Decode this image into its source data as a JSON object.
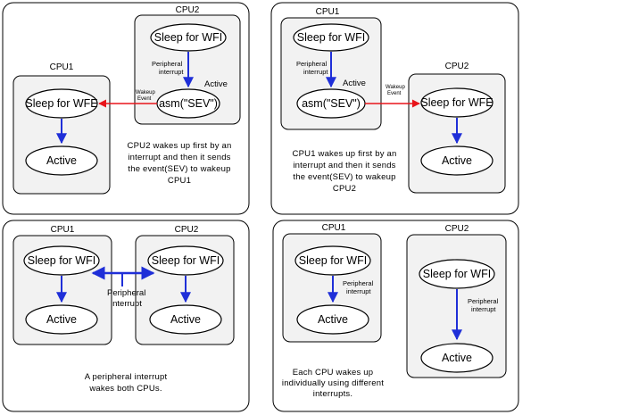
{
  "panels": [
    {
      "cpu_left": "CPU1",
      "cpu_right": "CPU2",
      "cpu1_sleep": "Sleep for WFE",
      "cpu1_active": "Active",
      "cpu2_sleep": "Sleep for WFI",
      "cpu2_int_line1": "Peripheral",
      "cpu2_int_line2": "interrupt",
      "cpu2_active_label": "Active",
      "cpu2_sev": "asm(\"SEV\")",
      "event_line1": "Wakeup",
      "event_line2": "Event",
      "caption": [
        "CPU2 wakes up first by an",
        "interrupt and then it sends",
        "the event(SEV) to wakeup",
        "CPU1"
      ]
    },
    {
      "cpu_left": "CPU1",
      "cpu_right": "CPU2",
      "cpu1_sleep": "Sleep for WFI",
      "cpu1_int_line1": "Peripheral",
      "cpu1_int_line2": "interrupt",
      "cpu1_active_label": "Active",
      "cpu1_sev": "asm(\"SEV\")",
      "event_line1": "Wakeup",
      "event_line2": "Event",
      "cpu2_sleep": "Sleep for WFE",
      "cpu2_active": "Active",
      "caption": [
        "CPU1 wakes up first by an",
        "interrupt and then it sends",
        "the event(SEV) to wakeup",
        "CPU2"
      ]
    },
    {
      "cpu_left": "CPU1",
      "cpu_right": "CPU2",
      "cpu1_sleep": "Sleep for WFI",
      "cpu1_active": "Active",
      "cpu2_sleep": "Sleep for WFI",
      "cpu2_active": "Active",
      "int_line1": "Peripheral",
      "int_line2": "interrupt",
      "caption": [
        "A peripheral interrupt",
        "wakes both CPUs."
      ]
    },
    {
      "cpu_left": "CPU1",
      "cpu_right": "CPU2",
      "cpu1_sleep": "Sleep for WFI",
      "cpu1_int_line1": "Peripheral",
      "cpu1_int_line2": "interrupt",
      "cpu1_active": "Active",
      "cpu2_sleep": "Sleep for WFI",
      "cpu2_int_line1": "Peripheral",
      "cpu2_int_line2": "interrupt",
      "cpu2_active": "Active",
      "caption": [
        "Each CPU wakes up",
        "individually using different",
        "interrupts."
      ]
    }
  ],
  "colors": {
    "flow_arrow": "#1f2fd8",
    "event_arrow": "#e8141a",
    "cpu_box_fill": "#f2f2f2"
  }
}
